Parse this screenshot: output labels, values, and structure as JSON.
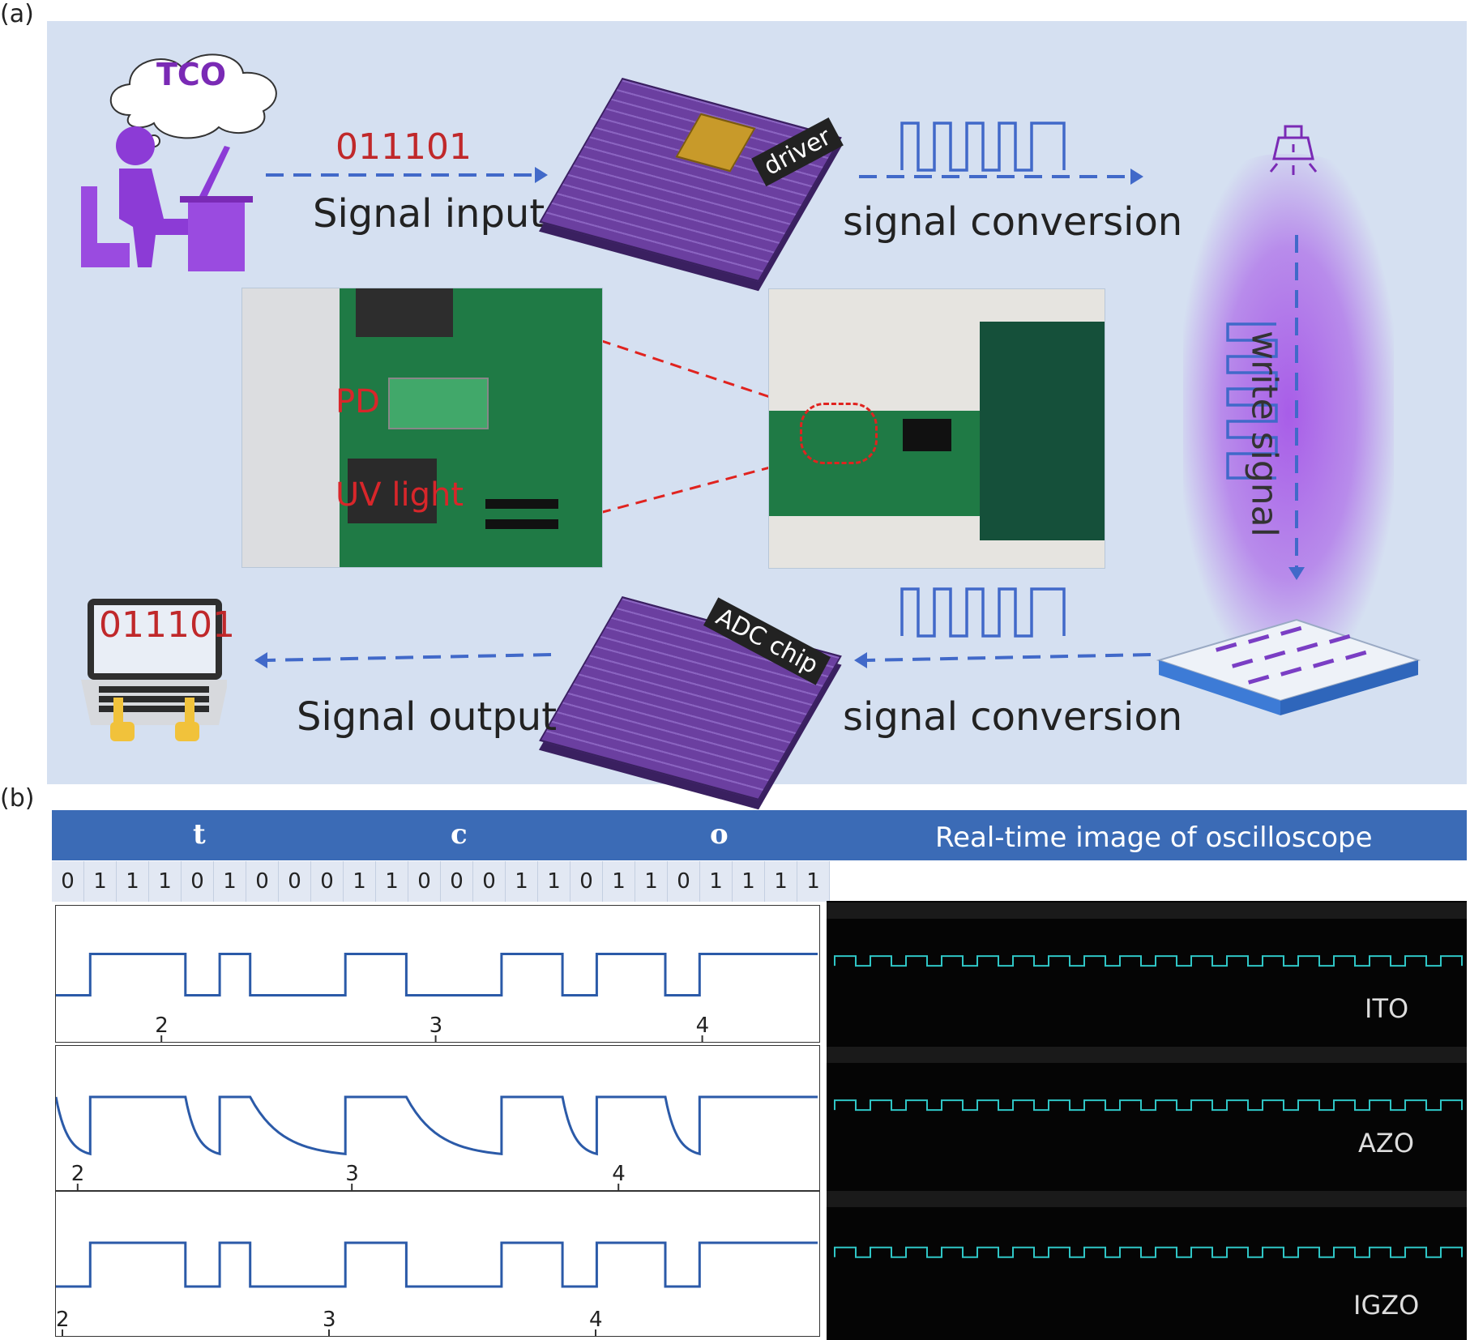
{
  "panel_labels": {
    "a": "(a)",
    "b": "(b)"
  },
  "top_row": {
    "thought": "TCO",
    "input_bits": "011101",
    "signal_input_label": "Signal input",
    "driver_chip_label": "driver",
    "signal_conversion_top": "signal conversion"
  },
  "middle": {
    "photo_pd_label": "PD",
    "photo_uv_label": "UV light",
    "write_signal_label": "write signal"
  },
  "bottom_row": {
    "output_bits": "011101",
    "signal_output_label": "Signal output",
    "adc_chip_label": "ADC chip",
    "signal_conversion_bottom": "signal conversion"
  },
  "panel_b": {
    "header_letters": [
      "t",
      "c",
      "o"
    ],
    "oscilloscope_title": "Real-time image of oscilloscope",
    "bits": [
      "0",
      "1",
      "1",
      "1",
      "0",
      "1",
      "0",
      "0",
      "0",
      "1",
      "1",
      "0",
      "0",
      "0",
      "1",
      "1",
      "0",
      "1",
      "1",
      "0",
      "1",
      "1",
      "1",
      "1"
    ],
    "scope_labels": [
      "ITO",
      "AZO",
      "IGZO"
    ]
  },
  "chart_data": [
    {
      "type": "line",
      "title": "",
      "x_ticks": [
        "2",
        "3",
        "4"
      ],
      "series_material": "ITO"
    },
    {
      "type": "line",
      "title": "",
      "x_ticks": [
        "2",
        "3",
        "4"
      ],
      "series_material": "AZO"
    },
    {
      "type": "line",
      "title": "",
      "x_ticks": [
        "2",
        "3",
        "4"
      ],
      "series_material": "IGZO"
    }
  ],
  "colors": {
    "panel_bg": "#d5e0f1",
    "arrow": "#4169c9",
    "header": "#3b6bb6",
    "signal": "#2b5aa8",
    "scope_trace": "#2fc6c6",
    "violet": "#8a2be2"
  }
}
